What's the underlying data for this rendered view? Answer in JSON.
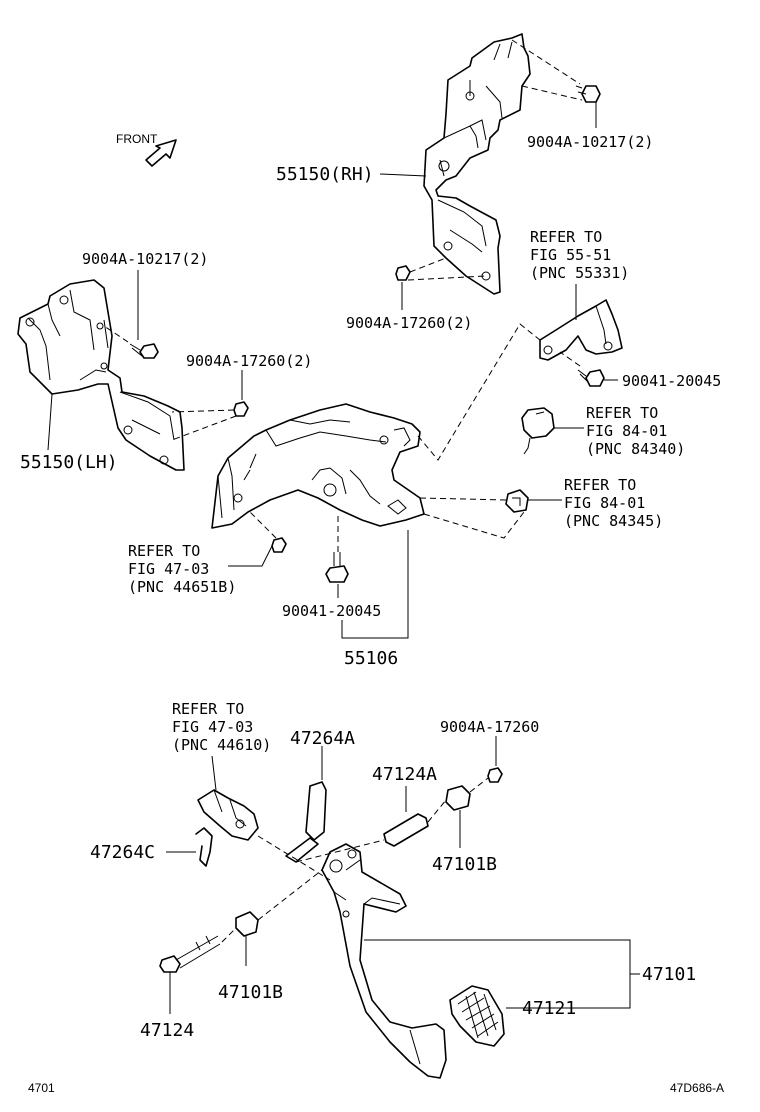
{
  "front_label": "FRONT",
  "labels": {
    "bolt_top_right": "9004A-10217(2)",
    "bracket_rh": "55150(RH)",
    "refer_5551_line1": "REFER TO",
    "refer_5551_line2": "FIG 55-51",
    "refer_5551_line3": "(PNC 55331)",
    "bolt_left": "9004A-10217(2)",
    "nut_rh": "9004A-17260(2)",
    "nut_lh": "9004A-17260(2)",
    "bolt_right_mid": "90041-20045",
    "refer_8401a_line1": "REFER TO",
    "refer_8401a_line2": "FIG 84-01",
    "refer_8401a_line3": "(PNC 84340)",
    "bracket_lh": "55150(LH)",
    "refer_8401b_line1": "REFER TO",
    "refer_8401b_line2": "FIG 84-01",
    "refer_8401b_line3": "(PNC 84345)",
    "refer_4703a_line1": "REFER TO",
    "refer_4703a_line2": "FIG 47-03",
    "refer_4703a_line3": "(PNC 44651B)",
    "bolt_center": "90041-20045",
    "support": "55106",
    "refer_4703b_line1": "REFER TO",
    "refer_4703b_line2": "FIG 47-03",
    "refer_4703b_line3": "(PNC 44610)",
    "pin": "47264A",
    "nut_pedal": "9004A-17260",
    "collar": "47124A",
    "clip": "47264C",
    "bushing_right": "47101B",
    "pedal": "47101",
    "bushing_left": "47101B",
    "pad": "47121",
    "bolt_pedal": "47124",
    "page_code": "4701",
    "drawing_code": "47D686-A"
  }
}
